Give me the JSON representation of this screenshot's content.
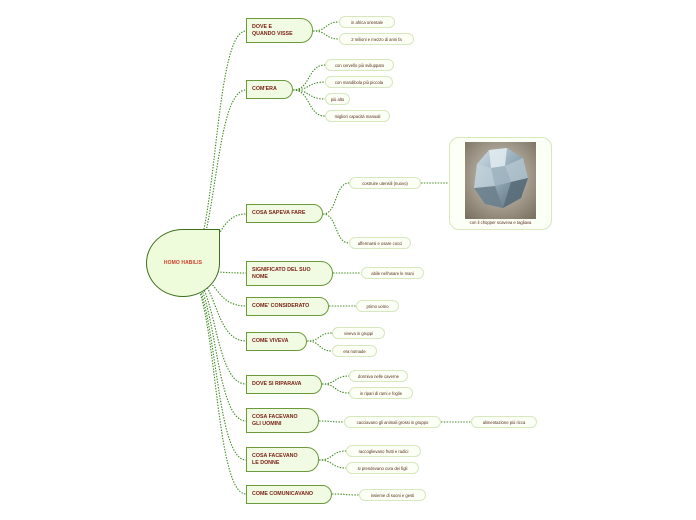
{
  "root": {
    "label": "HOMO HABILIS"
  },
  "topics": [
    {
      "id": "dove-quando",
      "label": "DOVE E\nQUANDO VISSE",
      "children": [
        "in africa orientale",
        "2 milioni e mezzo di anni fa"
      ]
    },
    {
      "id": "come-era",
      "label": "COM'ERA",
      "children": [
        "con cervello più sviluppato",
        "con mandibola più piccola",
        "più alto",
        "migliori capacità manuali"
      ]
    },
    {
      "id": "cosa-sapeva-fare",
      "label": "COSA SAPEVA FARE",
      "children": [
        "costruire utensili (nuovo)",
        "affermarsi e usare cocci"
      ],
      "image": {
        "caption": "con il chopper scaveva e tagliava",
        "icon": "chopper-stone-photo"
      }
    },
    {
      "id": "significato-nome",
      "label": "SIGNIFICATO DEL SUO\nNOME",
      "children": [
        "abile nell'usare le mani"
      ]
    },
    {
      "id": "come-considerato",
      "label": "COME' CONSIDERATO",
      "children": [
        "primo uomo"
      ]
    },
    {
      "id": "come-viveva",
      "label": "COME VIVEVA",
      "children": [
        "viveva in gruppi",
        "era nomade"
      ]
    },
    {
      "id": "dove-si-riparava",
      "label": "DOVE SI RIPARAVA",
      "children": [
        "dormiva nelle caverne",
        "in ripari di rami e foglie"
      ]
    },
    {
      "id": "cosa-facevano-uomini",
      "label": "COSA FACEVANO\nGLI UOMINI",
      "children": [
        "cacciavano gli animali grossi in gruppo"
      ],
      "grandchild": "alimentazione più ricca"
    },
    {
      "id": "cosa-facevano-donne",
      "label": "COSA FACEVANO\nLE DONNE",
      "children": [
        "raccoglievano frutti e radici",
        "si prendevano cura dei figli"
      ]
    },
    {
      "id": "come-comunicavano",
      "label": "COME COMUNICAVANO",
      "children": [
        "insieme di suoni e gesti"
      ]
    }
  ],
  "colors": {
    "link": "#3d8a1e",
    "topic_border": "#6a9a3a",
    "topic_text": "#7a1e14",
    "root_text": "#d23b29"
  }
}
